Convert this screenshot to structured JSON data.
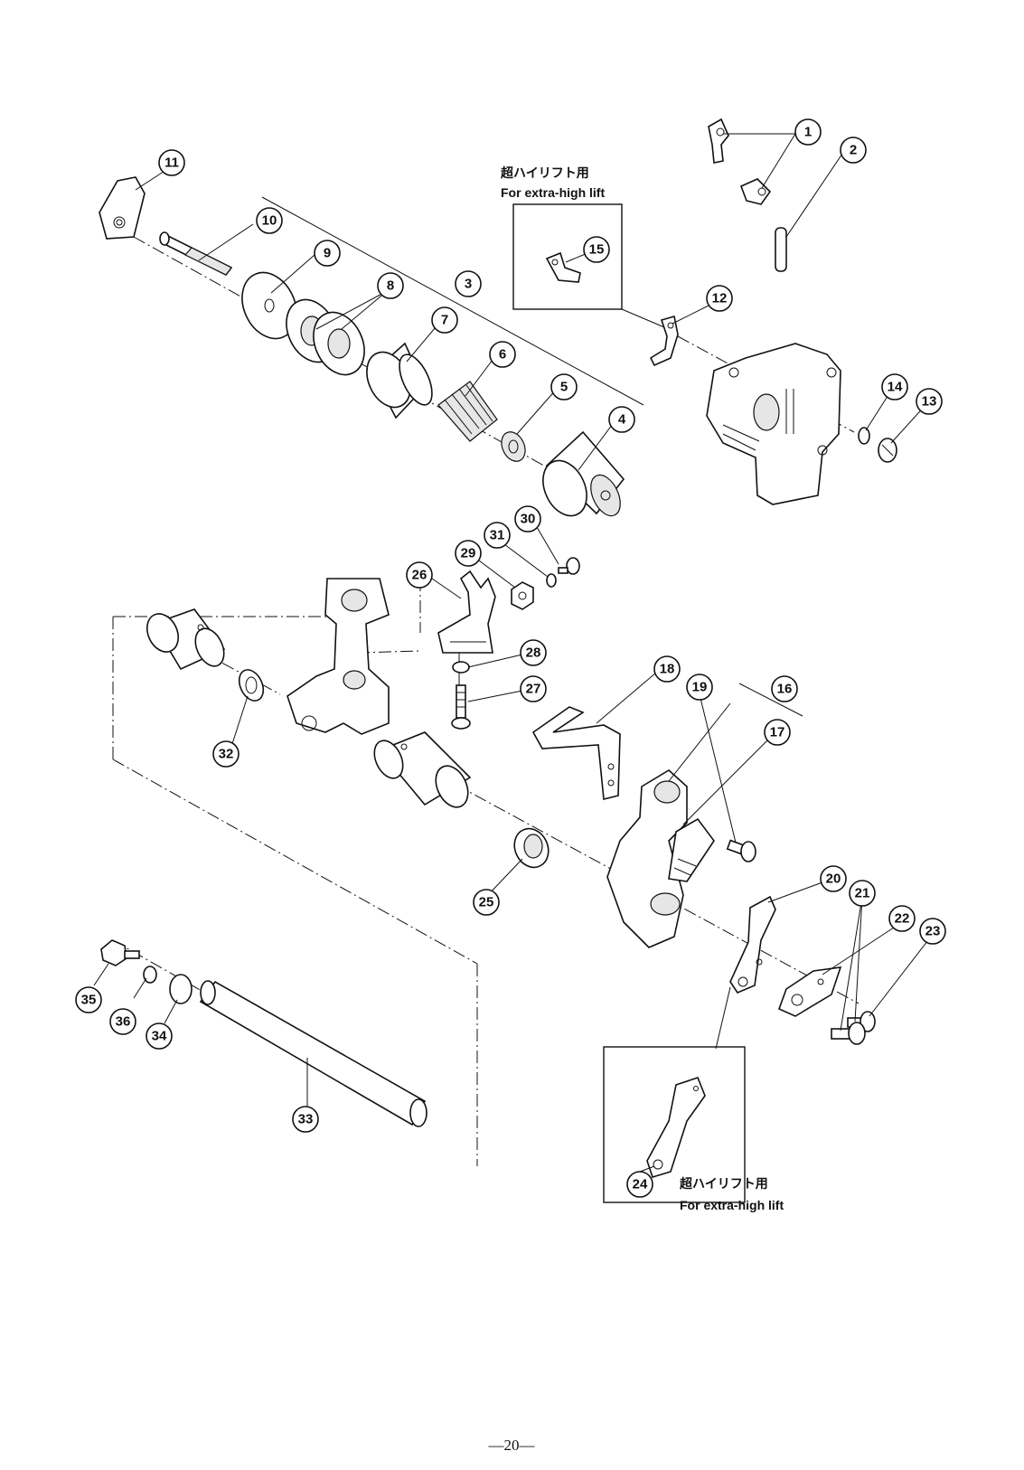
{
  "notes": {
    "top_jp": "超ハイリフト用",
    "top_en": "For extra-high lift",
    "bottom_jp": "超ハイリフト用",
    "bottom_en": "For extra-high lift"
  },
  "page_number": "—20—",
  "callouts": [
    "1",
    "2",
    "3",
    "4",
    "5",
    "6",
    "7",
    "8",
    "9",
    "10",
    "11",
    "12",
    "13",
    "14",
    "15",
    "16",
    "17",
    "18",
    "19",
    "20",
    "21",
    "22",
    "23",
    "24",
    "25",
    "26",
    "27",
    "28",
    "29",
    "30",
    "31",
    "32",
    "33",
    "34",
    "35",
    "36"
  ]
}
